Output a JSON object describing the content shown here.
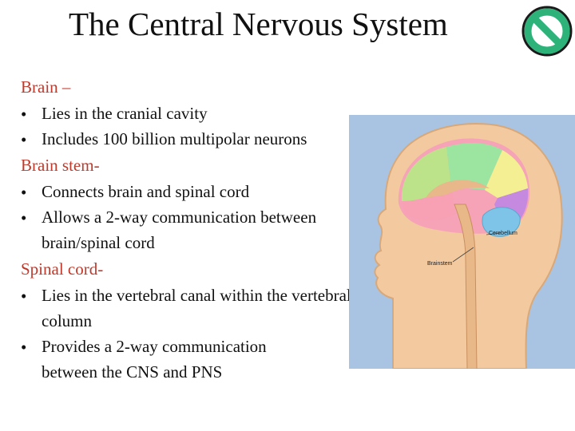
{
  "slide": {
    "title": "The Central Nervous System",
    "sections": [
      {
        "heading": "Brain –",
        "bullets": [
          "Lies in the cranial cavity",
          "Includes 100 billion multipolar neurons"
        ]
      },
      {
        "heading": "Brain stem-",
        "bullets": [
          "Connects brain and spinal cord",
          "Allows a 2-way communication between brain/spinal cord"
        ]
      },
      {
        "heading": "Spinal cord-",
        "bullets": [
          "Lies in the vertebral canal  within the vertebral column",
          "Provides a 2-way communication between the CNS and PNS"
        ]
      }
    ],
    "bullet_char": "•",
    "colors": {
      "heading": "#c0392b",
      "background": "#ffffff",
      "illustration_bg": "#a9c4e2"
    },
    "icons": {
      "top_right": "prohibition-sign-icon"
    }
  },
  "illustration": {
    "labels": {
      "cerebellum": "Cerebellum",
      "brainstem": "Brainstem"
    }
  }
}
